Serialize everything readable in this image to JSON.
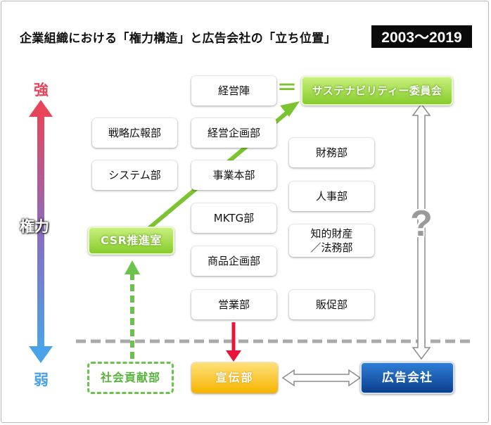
{
  "title": "企業組織における「権力構造」と広告会社の「立ち位置」",
  "period": "2003〜2019",
  "axis": {
    "top": "強",
    "middle": "権力",
    "bottom": "弱"
  },
  "departments": {
    "keieijin": "経営陣",
    "keiei_kikaku": "経営企画部",
    "jigyo_honbu": "事業本部",
    "mktg": "MKTG部",
    "shohin_kikaku": "商品企画部",
    "eigyo": "営業部",
    "senryaku_koho": "戦略広報部",
    "system": "システム部",
    "zaimu": "財務部",
    "jinji": "人事部",
    "chiteki_line1": "知的財産",
    "chiteki_line2": "／法務部",
    "hansoku": "販促部",
    "csr": "CSR推進室",
    "shakai_koken": "社会貢献部",
    "senden": "宣伝部",
    "kokoku_gaisha": "広告会社",
    "sustainability": "サステナビリティー委員会"
  },
  "equals_sign": "＝",
  "question_mark": "?",
  "colors": {
    "axis_top": "#e8455a",
    "axis_bottom": "#4aa3e8",
    "green_accent": "#7bc42f",
    "red_arrow": "#e8143a",
    "blue_box": "#0b3f8e",
    "orange_box": "#f6b400"
  }
}
